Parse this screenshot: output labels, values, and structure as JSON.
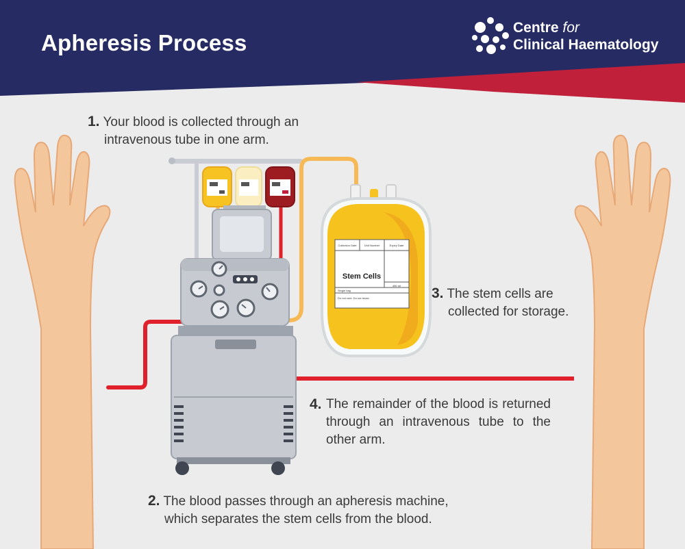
{
  "header": {
    "title": "Apheresis Process",
    "logo_line1": "Centre",
    "logo_line1_italic": "for",
    "logo_line2": "Clinical Haematology"
  },
  "steps": [
    {
      "number": "1.",
      "line1": "Your blood is collected through an",
      "line2": "intravenous tube in one arm."
    },
    {
      "number": "2.",
      "line1": "The blood passes through an apheresis machine,",
      "line2": "which separates the stem cells from the blood."
    },
    {
      "number": "3.",
      "line1": "The stem cells are",
      "line2": "collected for storage."
    },
    {
      "number": "4.",
      "text": "The remainder of the blood is returned through an intravenous tube to the other arm."
    }
  ],
  "stem_bag": {
    "label": "Stem Cells",
    "col1": "Collection Date",
    "col2": "Unit Number",
    "col3": "Expiry Date",
    "volume": "450 ml",
    "single": "Single bag",
    "warning": "Do not vent. Do not reuse."
  },
  "colors": {
    "header_navy": "#262b63",
    "accent_red": "#c0203a",
    "tube_red": "#e0202a",
    "tube_orange": "#f7b955",
    "skin": "#f3c79b",
    "machine": "#c7cbd1"
  }
}
